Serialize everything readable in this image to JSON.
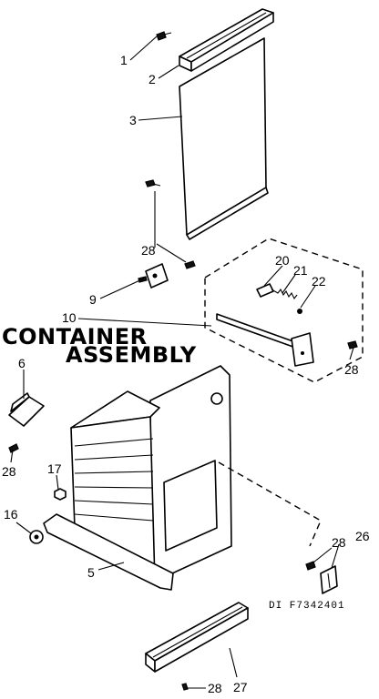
{
  "title": {
    "line1": "CONTAINER",
    "line2": "ASSEMBLY"
  },
  "drawing_code": "DI F7342401",
  "callouts": [
    {
      "id": "1",
      "label": "1"
    },
    {
      "id": "2",
      "label": "2"
    },
    {
      "id": "3",
      "label": "3"
    },
    {
      "id": "28a",
      "label": "28"
    },
    {
      "id": "20",
      "label": "20"
    },
    {
      "id": "21",
      "label": "21"
    },
    {
      "id": "22",
      "label": "22"
    },
    {
      "id": "9",
      "label": "9"
    },
    {
      "id": "10",
      "label": "10"
    },
    {
      "id": "28b",
      "label": "28"
    },
    {
      "id": "6",
      "label": "6"
    },
    {
      "id": "28c",
      "label": "28"
    },
    {
      "id": "17",
      "label": "17"
    },
    {
      "id": "16",
      "label": "16"
    },
    {
      "id": "5",
      "label": "5"
    },
    {
      "id": "28d",
      "label": "28"
    },
    {
      "id": "26",
      "label": "26"
    },
    {
      "id": "27",
      "label": "27"
    },
    {
      "id": "28e",
      "label": "28"
    }
  ]
}
